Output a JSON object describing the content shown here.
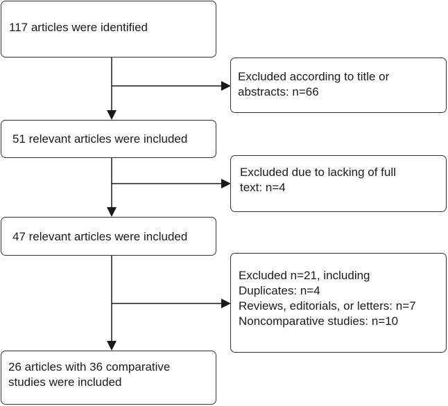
{
  "flow": {
    "main": [
      {
        "lines": [
          "117 articles were identified"
        ]
      },
      {
        "lines": [
          "51 relevant articles were included"
        ]
      },
      {
        "lines": [
          "47 relevant articles were included"
        ]
      },
      {
        "lines": [
          "26 articles with 36 comparative",
          "studies were included"
        ]
      }
    ],
    "excluded": [
      {
        "lines": [
          "Excluded according to title or",
          "abstracts: n=66"
        ]
      },
      {
        "lines": [
          "Excluded due to lacking of full",
          "text: n=4"
        ]
      },
      {
        "lines": [
          "Excluded n=21, including",
          "Duplicates: n=4",
          "Reviews, editorials, or letters: n=7",
          "Noncomparative studies: n=10"
        ]
      }
    ]
  },
  "colors": {
    "border": "#333333",
    "arrow": "#1a1a1a"
  }
}
